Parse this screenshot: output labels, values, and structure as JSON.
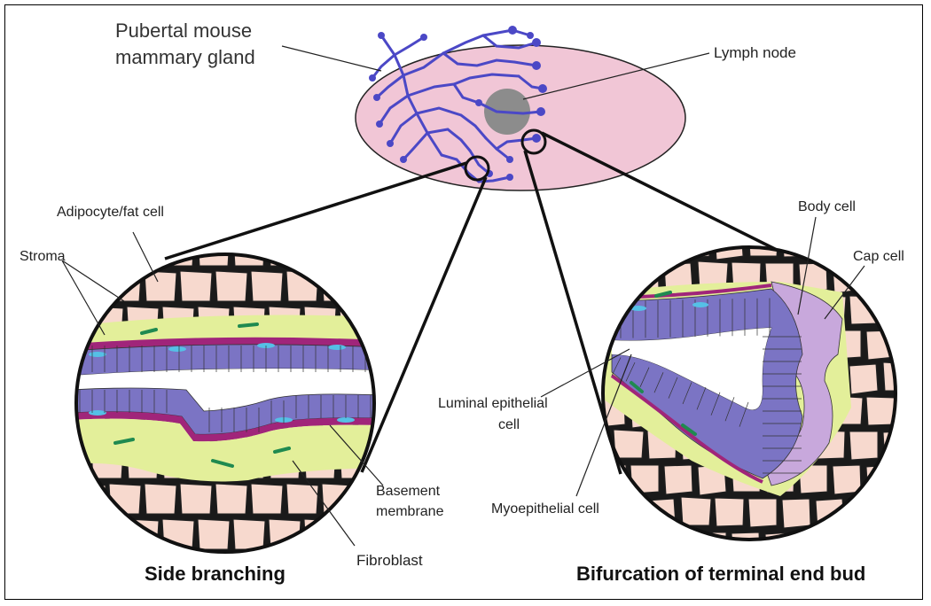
{
  "labels": {
    "gland": "Pubertal mouse\nmammary gland",
    "lymph_node": "Lymph node",
    "adipocyte": "Adipocyte/fat cell",
    "stroma": "Stroma",
    "body_cell": "Body cell",
    "cap_cell": "Cap cell",
    "luminal": "Luminal epithelial\ncell",
    "basement": "Basement\nmembrane",
    "myoepithelial": "Myoepithelial cell",
    "fibroblast": "Fibroblast"
  },
  "captions": {
    "left": "Side branching",
    "right": "Bifurcation of terminal end bud"
  },
  "colors": {
    "gland_fill": "#f1c6d6",
    "duct": "#4b48c6",
    "lymph": "#8c8c8c",
    "fat": "#f7d9ce",
    "stroma": "#e3ef9a",
    "basement": "#a0257a",
    "epithelium": "#7b74c4",
    "myo": "#55c0e6",
    "cap": "#c8a8dc",
    "fibroblast": "#1f8a50"
  }
}
